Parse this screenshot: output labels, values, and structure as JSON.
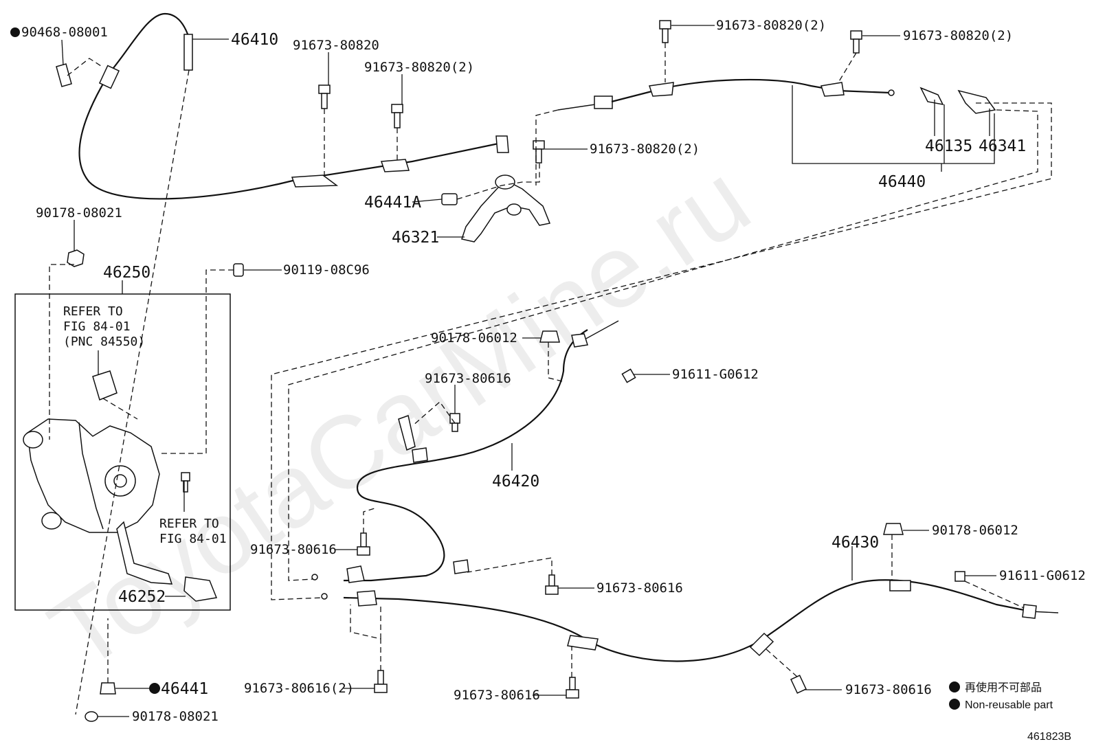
{
  "watermark": "ToyotaCarMine.ru",
  "figure_code": "461823B",
  "legend": {
    "line1": "再使用不可部品",
    "line2": "Non-reusable part"
  },
  "labels": {
    "p90468": "90468-08001",
    "p46410": "46410",
    "p91673_a": "91673-80820",
    "p91673_b": "91673-80820(2)",
    "p91673_c": "91673-80820(2)",
    "p91673_d": "91673-80820(2)",
    "p91673_e": "91673-80820(2)",
    "p46135": "46135",
    "p46341": "46341",
    "p46440": "46440",
    "p46441A": "46441A",
    "p46321": "46321",
    "p90178_08021_top": "90178-08021",
    "p46250": "46250",
    "p90119": "90119-08C96",
    "p90178_06012_a": "90178-06012",
    "p91611_a": "91611-G0612",
    "p91673_80616_a": "91673-80616",
    "p46420": "46420",
    "p91673_80616_b": "91673-80616",
    "p46430": "46430",
    "p90178_06012_b": "90178-06012",
    "p91611_b": "91611-G0612",
    "p91673_80616_c": "91673-80616",
    "p46252": "46252",
    "p91673_80616_d": "91673-80616(2)",
    "p91673_80616_e": "91673-80616",
    "p91673_80616_f": "91673-80616",
    "p46441": "46441",
    "p90178_08021_bot": "90178-08021"
  },
  "notes": {
    "refer1_l1": "REFER TO",
    "refer1_l2": "FIG 84-01",
    "refer1_l3": "(PNC 84550)",
    "refer2_l1": "REFER TO",
    "refer2_l2": "FIG 84-01"
  }
}
